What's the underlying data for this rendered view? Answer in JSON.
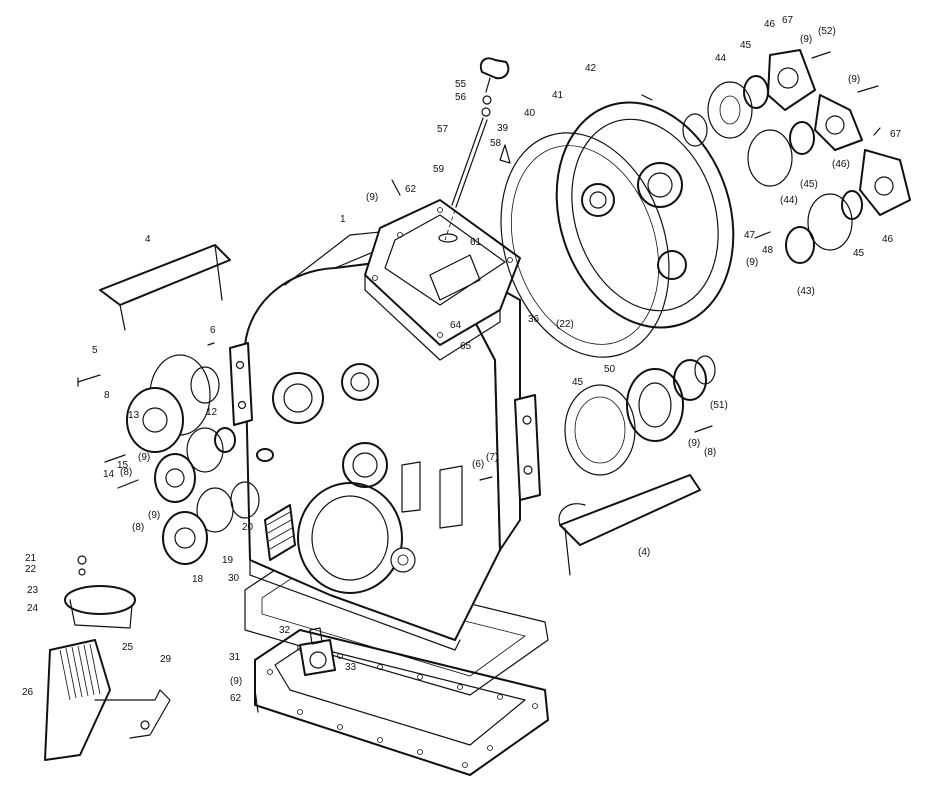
{
  "labels": {
    "l1": "1",
    "l4": "4",
    "l5": "5",
    "l6": "6",
    "l8": "8",
    "l8p": "(8)",
    "l9p": "(9)",
    "l12": "12",
    "l13": "13",
    "l14": "14",
    "l15": "15",
    "l18": "18",
    "l19": "19",
    "l20": "20",
    "l21": "21",
    "l22": "22",
    "l23": "23",
    "l24": "24",
    "l25": "25",
    "l26": "26",
    "l29": "29",
    "l30": "30",
    "l31": "31",
    "l32": "32",
    "l33": "33",
    "l36": "36",
    "l39": "39",
    "l40": "40",
    "l41": "41",
    "l42": "42",
    "l43p": "(43)",
    "l44": "44",
    "l44p": "(44)",
    "l45": "45",
    "l45p": "(45)",
    "l46": "46",
    "l46p": "(46)",
    "l47": "47",
    "l48": "48",
    "l50": "50",
    "l51p": "(51)",
    "l52p": "(52)",
    "l55": "55",
    "l56": "56",
    "l57": "57",
    "l58": "58",
    "l59": "59",
    "l61": "61",
    "l62": "62",
    "l64": "64",
    "l65": "65",
    "l67": "67",
    "l7p": "(7)",
    "l6p": "(6)",
    "l22p": "(22)",
    "l4p": "(4)"
  }
}
